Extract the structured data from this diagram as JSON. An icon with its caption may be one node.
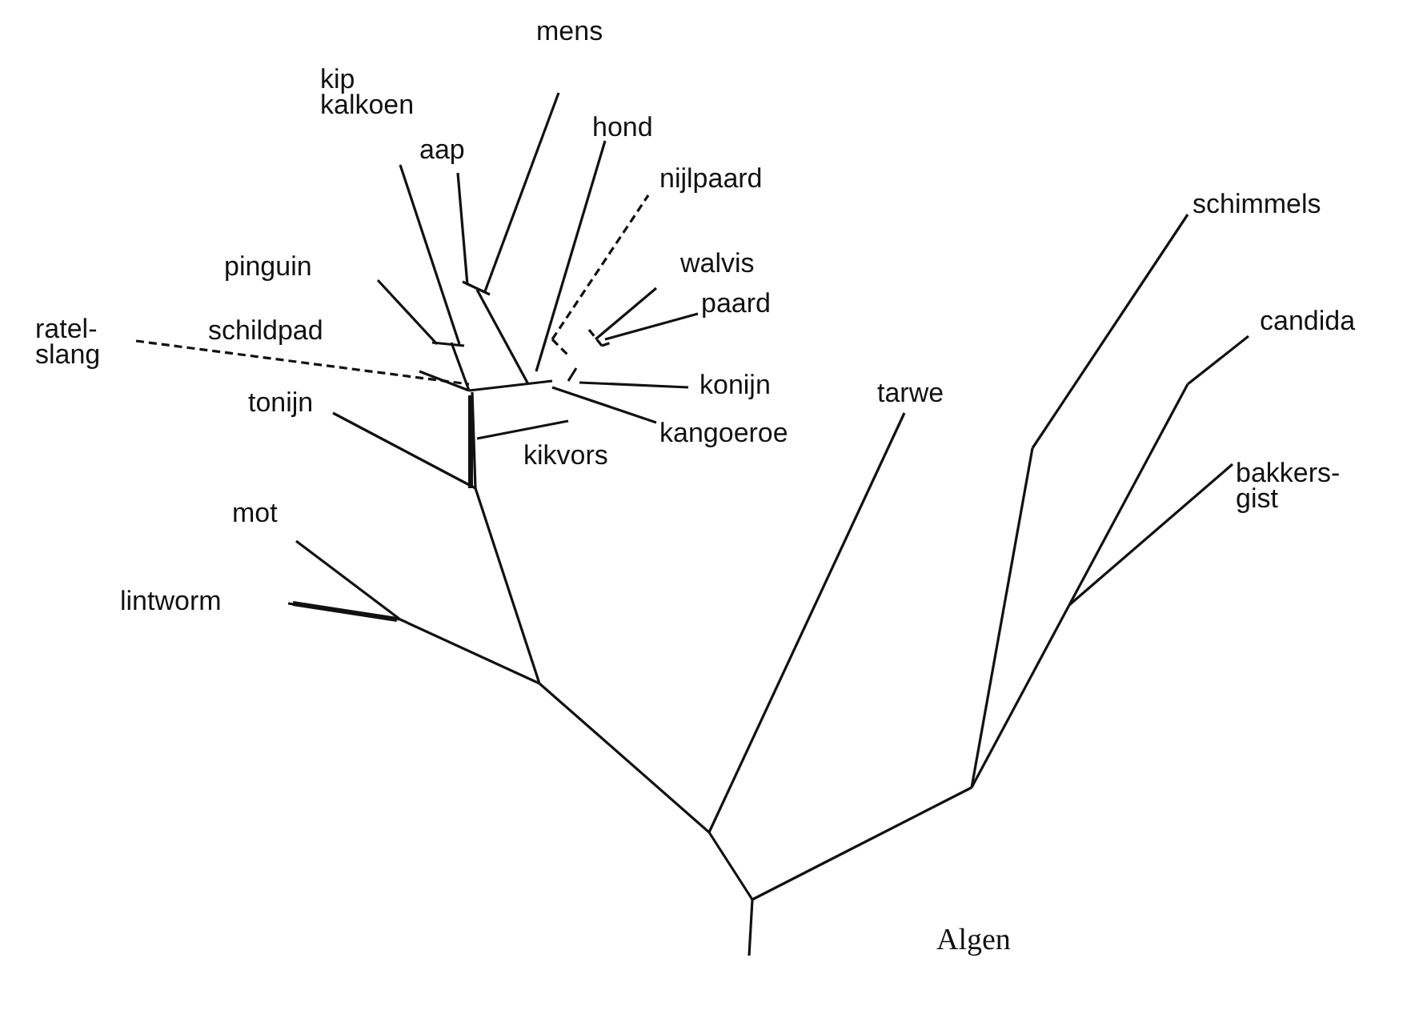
{
  "diagram": {
    "labels": [
      "mens",
      "kip kalkoen",
      "aap",
      "hond",
      "nijlpaard",
      "walvis",
      "pinguin",
      "schimmels",
      "paard",
      "candida",
      "ratel- slang",
      "schildpad",
      "konijn",
      "tarwe",
      "kangoeroe",
      "tonijn",
      "kikvors",
      "bakkers- gist",
      "mot",
      "lintworm",
      "Algen"
    ]
  }
}
